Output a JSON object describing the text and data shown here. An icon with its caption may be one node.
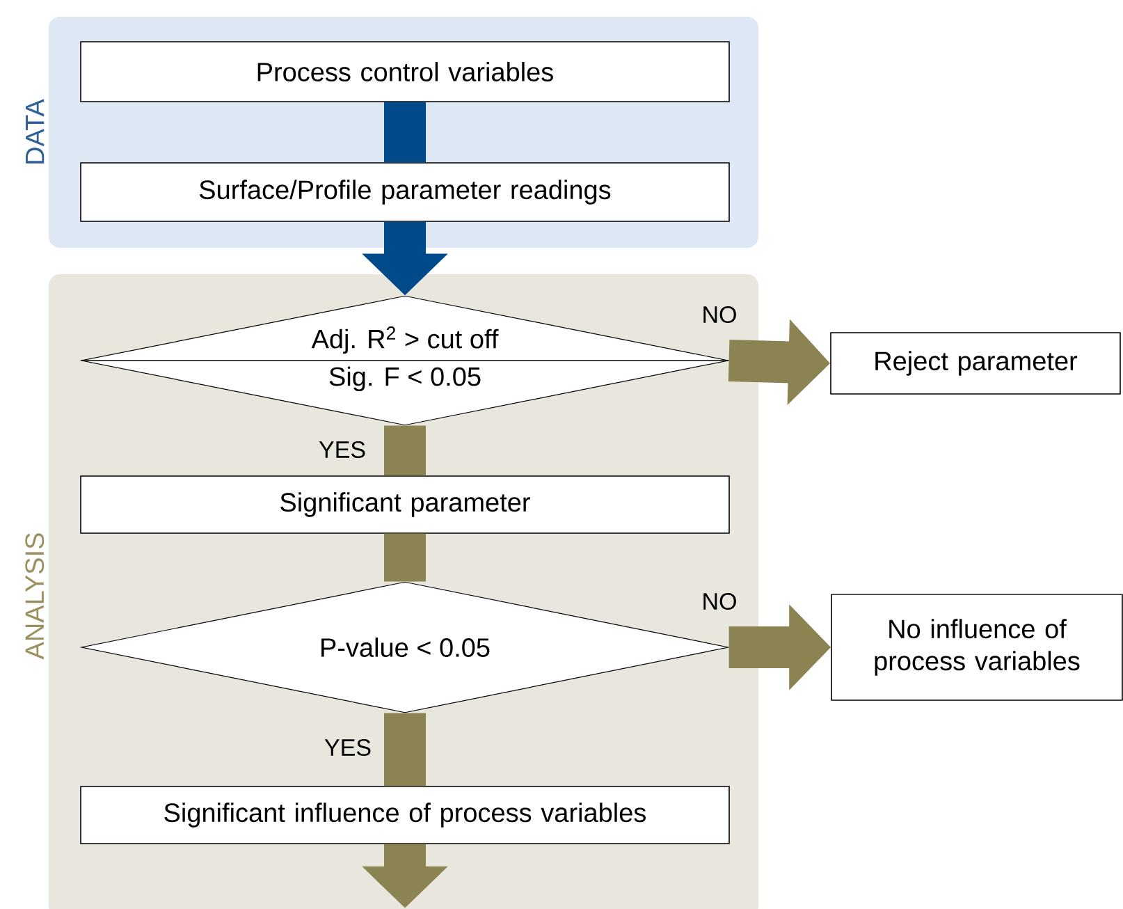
{
  "diagram": {
    "nodes": [
      {
        "text": [
          "DATA"
        ]
      },
      {
        "text": [
          "Process control variables"
        ],
        "in": 0
      },
      {
        "text": [
          "Surface/Profile parameter readings"
        ],
        "in": 0
      },
      {
        "text": [
          "ANALYSIS"
        ]
      },
      {
        "text": [
          "Adj. R$^{2}$ > cut off",
          "Sig. F < 0.05"
        ],
        "in": 3
      },
      {
        "text": [
          "Reject parameter"
        ]
      },
      {
        "text": [
          "Significant parameter"
        ],
        "in": 3
      },
      {
        "text": [
          "P-value < 0.05"
        ],
        "in": 3
      },
      {
        "text": [
          "No influence of process variables"
        ]
      },
      {
        "text": [
          "Significant influence of process variables"
        ],
        "in": 3
      }
    ],
    "edges": [
      {
        "from": 1,
        "to": 2,
        "arrow": "none",
        "color": "#004a8a"
      },
      {
        "from": 2,
        "to": 4,
        "arrow": "to",
        "color": "#004a8a"
      },
      {
        "from": 4,
        "to": 5,
        "arrow": "to",
        "label": "NO"
      },
      {
        "from": 4,
        "to": 6,
        "arrow": "none",
        "label": "YES"
      },
      {
        "from": 6,
        "to": 7,
        "arrow": "none"
      },
      {
        "from": 7,
        "to": 8,
        "arrow": "to",
        "label": "NO"
      },
      {
        "from": 7,
        "to": 9,
        "arrow": "none",
        "label": "YES"
      },
      {
        "from": 9,
        "to": null,
        "arrow": "to"
      }
    ]
  }
}
